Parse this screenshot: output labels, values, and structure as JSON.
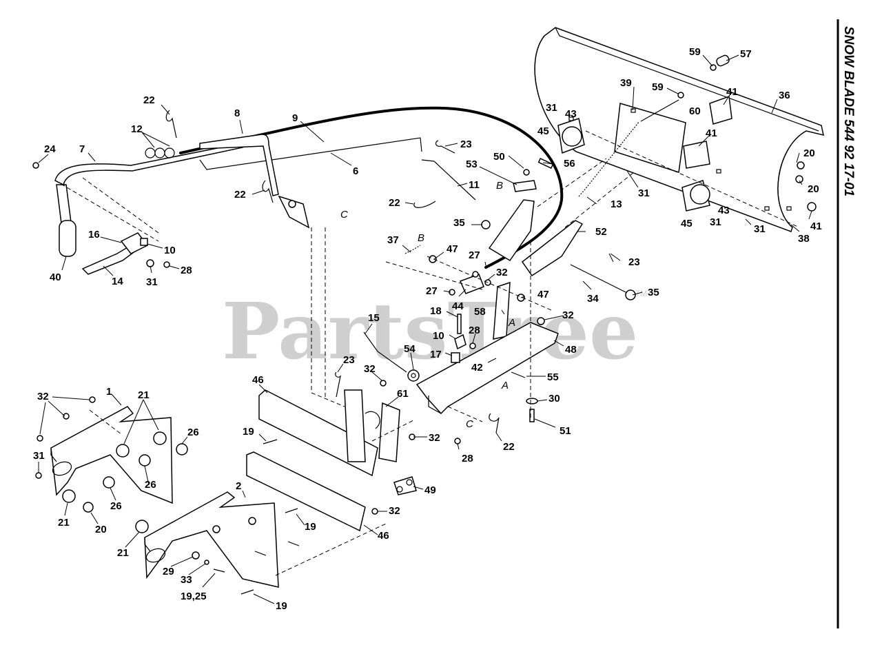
{
  "title": "SNOW BLADE   544 92 17-01",
  "watermark": "PartsTree",
  "trademark": "TM",
  "colors": {
    "ink": "#000000",
    "watermark": "#cfcfcf",
    "background": "#ffffff"
  },
  "callouts": {
    "c1": "1",
    "c2": "2",
    "c6": "6",
    "c7": "7",
    "c8": "8",
    "c9": "9",
    "c10a": "10",
    "c10b": "10",
    "c11": "11",
    "c12": "12",
    "c13": "13",
    "c14": "14",
    "c15": "15",
    "c16": "16",
    "c17": "17",
    "c18": "18",
    "c19a": "19",
    "c19b": "19",
    "c19c": "19",
    "c1925": "19,25",
    "c20a": "20",
    "c20b": "20",
    "c20c": "20",
    "c21a": "21",
    "c21b": "21",
    "c21c": "21",
    "c22a": "22",
    "c22b": "22",
    "c22c": "22",
    "c22d": "22",
    "c23a": "23",
    "c23b": "23",
    "c23c": "23",
    "c24": "24",
    "c26a": "26",
    "c26b": "26",
    "c26c": "26",
    "c27a": "27",
    "c27b": "27",
    "c28a": "28",
    "c28b": "28",
    "c28c": "28",
    "c29": "29",
    "c30": "30",
    "c31a": "31",
    "c31b": "31",
    "c31c": "31",
    "c31d": "31",
    "c31e": "31",
    "c31f": "31",
    "c32a": "32",
    "c32b": "32",
    "c32c": "32",
    "c32d": "32",
    "c32e": "32",
    "c32f": "32",
    "c33": "33",
    "c34": "34",
    "c35a": "35",
    "c35b": "35",
    "c36": "36",
    "c37": "37",
    "c38": "38",
    "c39": "39",
    "c40": "40",
    "c41a": "41",
    "c41b": "41",
    "c41c": "41",
    "c42": "42",
    "c43a": "43",
    "c43b": "43",
    "c44": "44",
    "c45a": "45",
    "c45b": "45",
    "c46a": "46",
    "c46b": "46",
    "c47a": "47",
    "c47b": "47",
    "c48": "48",
    "c49": "49",
    "c50": "50",
    "c51": "51",
    "c52": "52",
    "c53": "53",
    "c54": "54",
    "c55": "55",
    "c56": "56",
    "c57": "57",
    "c58": "58",
    "c59a": "59",
    "c59b": "59",
    "c60": "60",
    "c61": "61"
  },
  "letters": {
    "A1": "A",
    "A2": "A",
    "B1": "B",
    "B2": "B",
    "C1": "C",
    "C2": "C"
  }
}
